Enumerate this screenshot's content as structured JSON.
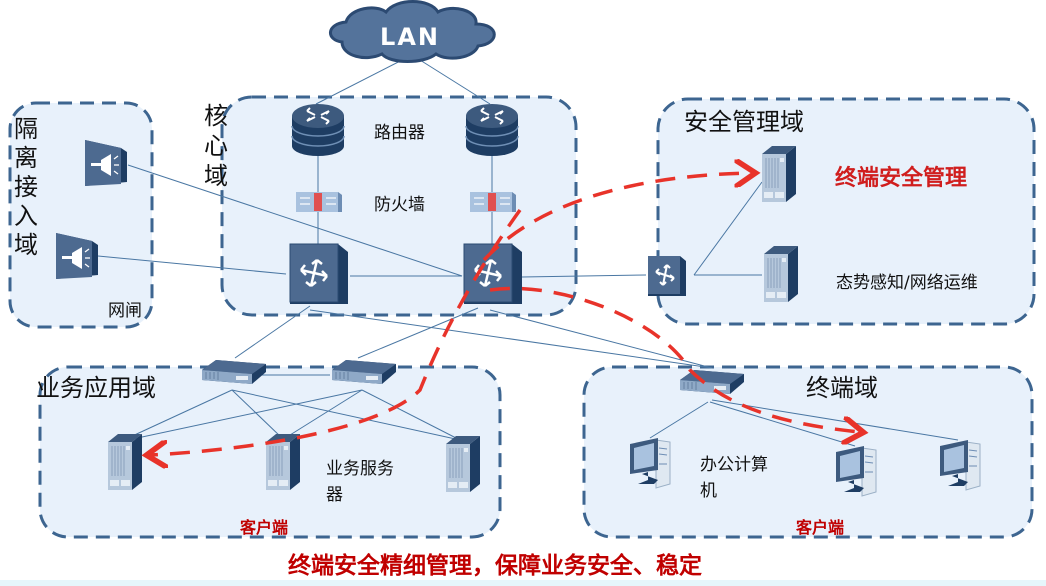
{
  "colors": {
    "domain_border": "#3d6590",
    "domain_fill": "#e8f1fb",
    "device_dark": "#3d5a7e",
    "device_darker": "#1e3d63",
    "link": "#4a77a3",
    "flow": "#e8332a",
    "highlight_text": "#d01e1e",
    "footer_text": "#c00000"
  },
  "lan": {
    "label": "LAN",
    "icon": "cloud-icon"
  },
  "domains": {
    "isolation": {
      "title": "隔离接入域",
      "title_chars": [
        "隔",
        "离",
        "接",
        "入",
        "域"
      ],
      "device_label": "网闸",
      "device_icon": "gateway-icon"
    },
    "core": {
      "title": "核心域",
      "title_chars": [
        "核",
        "心",
        "域"
      ],
      "router_label": "路由器",
      "firewall_label": "防火墙",
      "router_icon": "router-icon",
      "firewall_icon": "firewall-icon",
      "switch_icon": "core-switch-icon"
    },
    "security": {
      "title": "安全管理域",
      "highlight_label": "终端安全管理",
      "ops_label": "态势感知/网络运维",
      "server_icon": "server-icon",
      "switch_icon": "switch-icon"
    },
    "business": {
      "title": "业务应用域",
      "server_label_line1": "业务服务",
      "server_label_line2": "器",
      "client_label": "客户端",
      "switch_icon": "access-switch-icon"
    },
    "terminal": {
      "title": "终端域",
      "pc_label_line1": "办公计算",
      "pc_label_line2": "机",
      "client_label": "客户端",
      "pc_icon": "desktop-pc-icon"
    }
  },
  "footer": {
    "text": "终端安全精细管理，保障业务安全、稳定"
  }
}
